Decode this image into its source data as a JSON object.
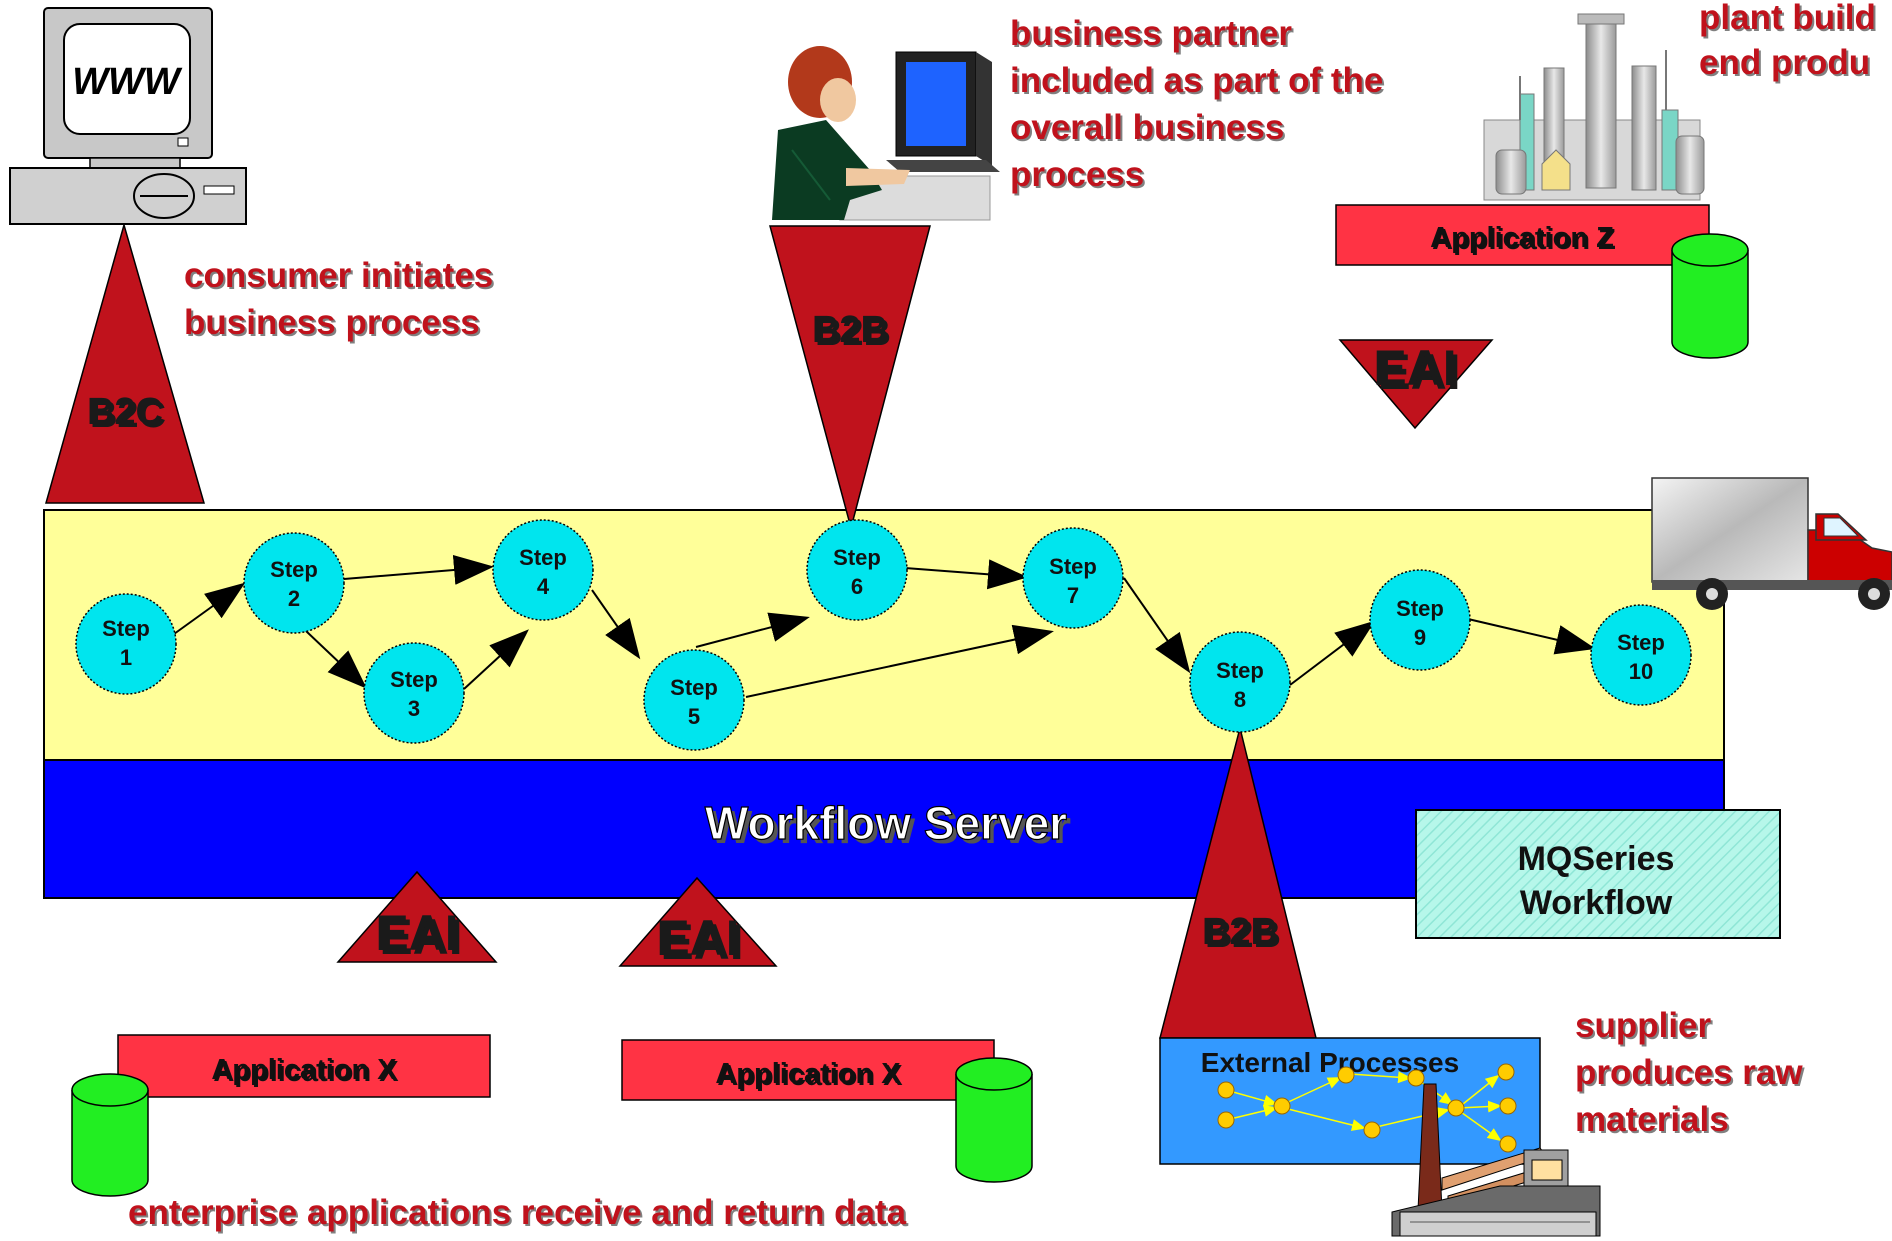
{
  "captions": {
    "consumer": [
      "consumer initiates",
      "business process"
    ],
    "partner": [
      "business partner",
      "included as part of the",
      "overall business",
      "process"
    ],
    "plant": [
      "plant build",
      "end produ"
    ],
    "supplier": [
      "supplier",
      "produces raw",
      "materials"
    ],
    "enterprise": "enterprise applications receive and return data"
  },
  "connectors": {
    "b2c": "B2C",
    "b2b_top": "B2B",
    "b2b_bottom": "B2B",
    "eai_top": "EAI",
    "eai_left": "EAI",
    "eai_mid": "EAI"
  },
  "applications": {
    "z": "Application Z",
    "x_left": "Application X",
    "x_right": "Application X"
  },
  "server": {
    "title": "Workflow Server",
    "product": [
      "MQSeries",
      "Workflow"
    ]
  },
  "external": {
    "title": "External Processes"
  },
  "monitor_screen_text": "WWW",
  "steps": [
    {
      "l1": "Step",
      "l2": "1"
    },
    {
      "l1": "Step",
      "l2": "2"
    },
    {
      "l1": "Step",
      "l2": "3"
    },
    {
      "l1": "Step",
      "l2": "4"
    },
    {
      "l1": "Step",
      "l2": "5"
    },
    {
      "l1": "Step",
      "l2": "6"
    },
    {
      "l1": "Step",
      "l2": "7"
    },
    {
      "l1": "Step",
      "l2": "8"
    },
    {
      "l1": "Step",
      "l2": "9"
    },
    {
      "l1": "Step",
      "l2": "10"
    }
  ],
  "colors": {
    "connector_red": "#c0121c",
    "workflow_lane": "#ffff99",
    "server_blue": "#0000ff",
    "step_cyan": "#00e5ee",
    "app_bar": "#ff3344",
    "database_green": "#22ee22",
    "external_box": "#3399ff",
    "mq_box": "#a8f4e4"
  }
}
